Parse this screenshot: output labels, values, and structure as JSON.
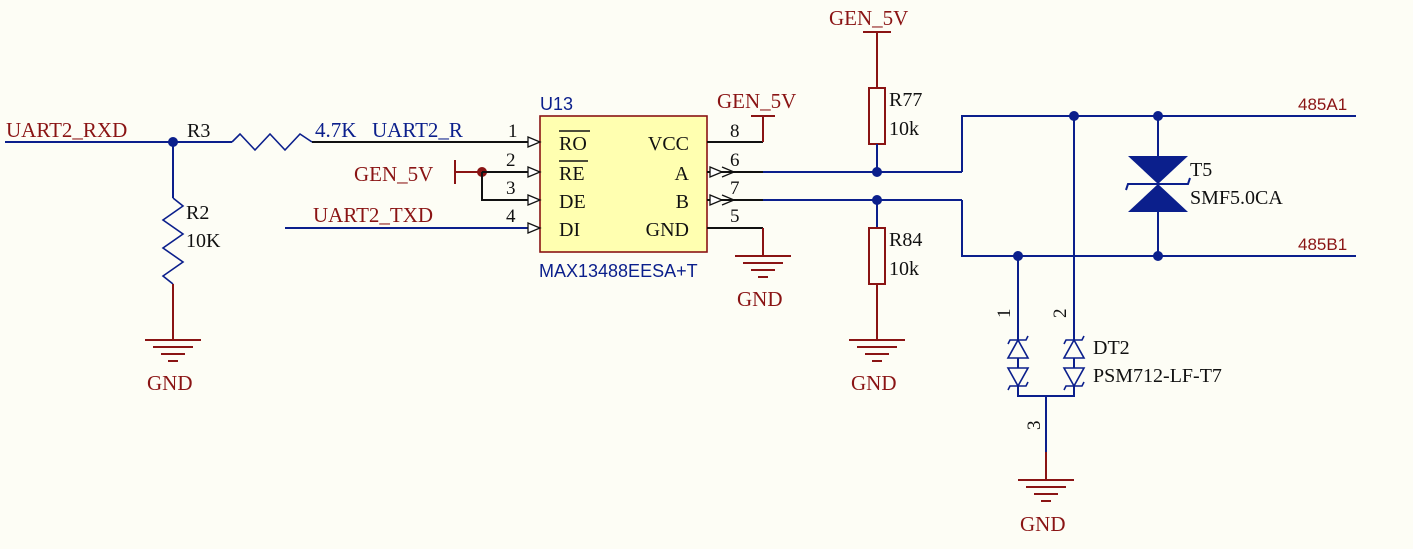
{
  "nets": {
    "uart_rxd": "UART2_RXD",
    "uart_txd": "UART2_TXD",
    "uart_r": "UART2_R",
    "gen_5v": "GEN_5V",
    "gnd": "GND",
    "a_out": "485A1",
    "b_out": "485B1"
  },
  "ic": {
    "ref": "U13",
    "part": "MAX13488EESA+T",
    "pins": [
      {
        "num": "1",
        "name": "RO"
      },
      {
        "num": "2",
        "name": "RE"
      },
      {
        "num": "3",
        "name": "DE"
      },
      {
        "num": "4",
        "name": "DI"
      },
      {
        "num": "8",
        "name": "VCC"
      },
      {
        "num": "6",
        "name": "A"
      },
      {
        "num": "7",
        "name": "B"
      },
      {
        "num": "5",
        "name": "GND"
      }
    ]
  },
  "resistors": {
    "r3": {
      "ref": "R3",
      "value": "4.7K"
    },
    "r2": {
      "ref": "R2",
      "value": "10K"
    },
    "r77": {
      "ref": "R77",
      "value": "10k"
    },
    "r84": {
      "ref": "R84",
      "value": "10k"
    }
  },
  "tvs": {
    "ref": "T5",
    "part": "SMF5.0CA"
  },
  "diode_array": {
    "ref": "DT2",
    "part": "PSM712-LF-T7",
    "pins": [
      "1",
      "2",
      "3"
    ]
  },
  "colors": {
    "wire": "#0b1f8c",
    "power": "#8a1414",
    "ic_fill": "#ffffb0",
    "background": "#fdfdf5"
  }
}
